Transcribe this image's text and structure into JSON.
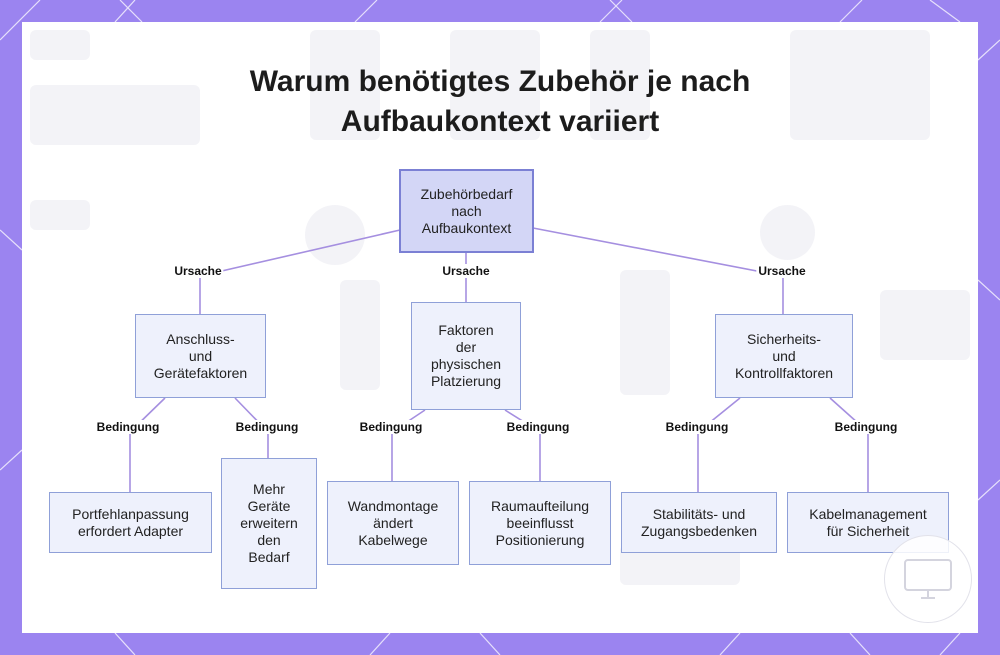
{
  "title_lines": [
    "Warum benötigtes Zubehör je nach",
    "Aufbaukontext variiert"
  ],
  "root": {
    "label": "Zubehörbedarf\nnach\nAufbaukontext"
  },
  "factors": [
    {
      "label": "Anschluss-\nund\nGerätefaktoren",
      "edge_label": "Ursache"
    },
    {
      "label": "Faktoren\nder\nphysischen\nPlatzierung",
      "edge_label": "Ursache"
    },
    {
      "label": "Sicherheits-\nund\nKontrollfaktoren",
      "edge_label": "Ursache"
    }
  ],
  "conditions": [
    {
      "label": "Portfehlanpassung\nerfordert Adapter",
      "edge_label": "Bedingung"
    },
    {
      "label": "Mehr\nGeräte\nerweitern\nden\nBedarf",
      "edge_label": "Bedingung"
    },
    {
      "label": "Wandmontage\nändert\nKabelwege",
      "edge_label": "Bedingung"
    },
    {
      "label": "Raumaufteilung\nbeeinflusst\nPositionierung",
      "edge_label": "Bedingung"
    },
    {
      "label": "Stabilitäts- und\nZugangsbedenken",
      "edge_label": "Bedingung"
    },
    {
      "label": "Kabelmanagement\nfür Sicherheit",
      "edge_label": "Bedingung"
    }
  ],
  "colors": {
    "background": "#9b84f0",
    "panel": "#ffffff",
    "node_fill": "#eef1fc",
    "node_border": "#8fa0d8",
    "root_fill": "#d3d6f6",
    "root_border": "#7b80d4",
    "edge": "#a58fe0"
  }
}
